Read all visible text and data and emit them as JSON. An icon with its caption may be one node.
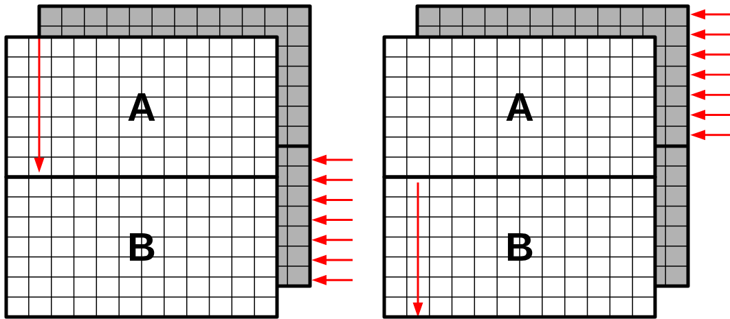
{
  "diagram": {
    "nodes": [
      {
        "text": [
          "A"
        ]
      },
      {
        "text": [
          "B"
        ]
      },
      {
        "text": [
          "A"
        ]
      },
      {
        "text": [
          "B"
        ]
      }
    ]
  }
}
